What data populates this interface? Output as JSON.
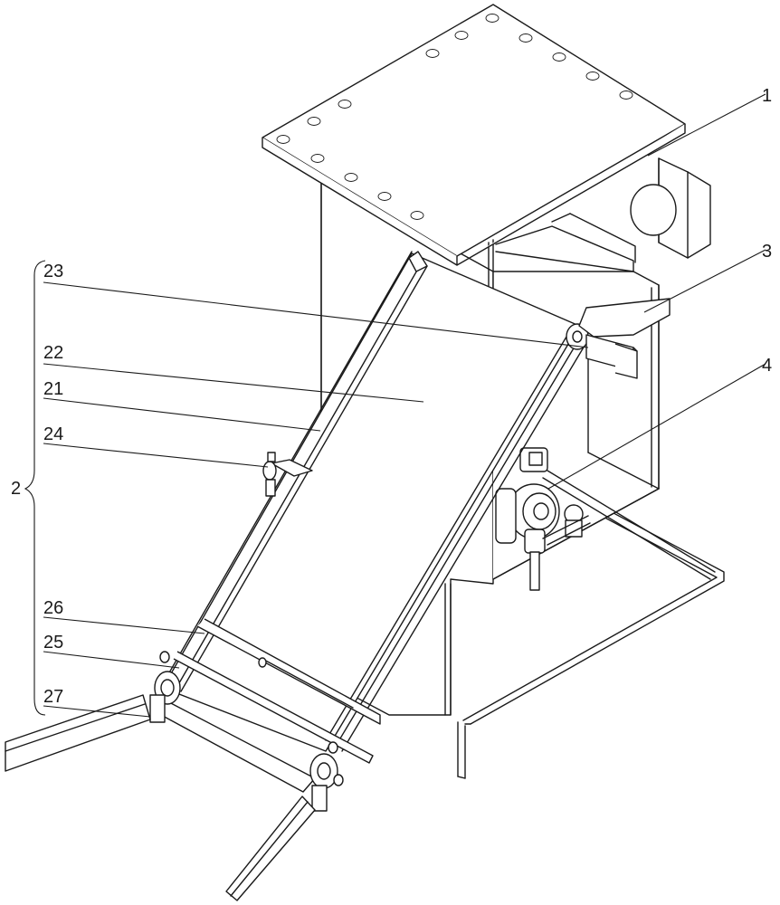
{
  "labels": {
    "l1": "1",
    "l2": "2",
    "l3": "3",
    "l4": "4",
    "l21": "21",
    "l22": "22",
    "l23": "23",
    "l24": "24",
    "l25": "25",
    "l26": "26",
    "l27": "27"
  }
}
